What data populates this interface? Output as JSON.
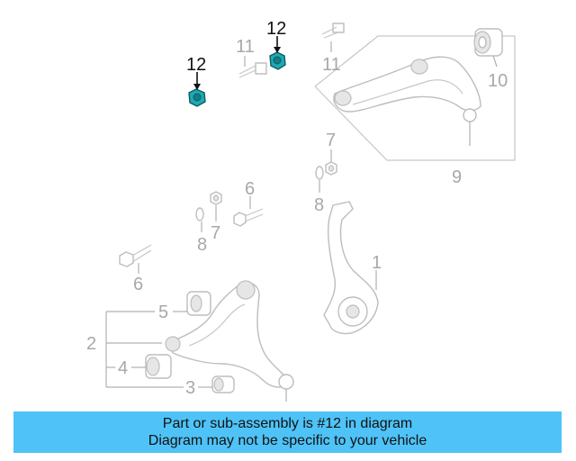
{
  "callouts": {
    "c1": "1",
    "c2": "2",
    "c3": "3",
    "c4": "4",
    "c5": "5",
    "c6a": "6",
    "c6b": "6",
    "c7a": "7",
    "c7b": "7",
    "c8a": "8",
    "c8b": "8",
    "c9": "9",
    "c10": "10",
    "c11a": "11",
    "c11b": "11",
    "c12a": "12",
    "c12b": "12"
  },
  "highlight_part": "12",
  "colors": {
    "highlight_fill": "#1fa9b3",
    "banner_background": "#4fc3f7",
    "line_art": "#bdbdbd"
  },
  "banner": {
    "line1": "Part or sub-assembly is #12 in diagram",
    "line2": "Diagram may not be specific to your vehicle"
  }
}
